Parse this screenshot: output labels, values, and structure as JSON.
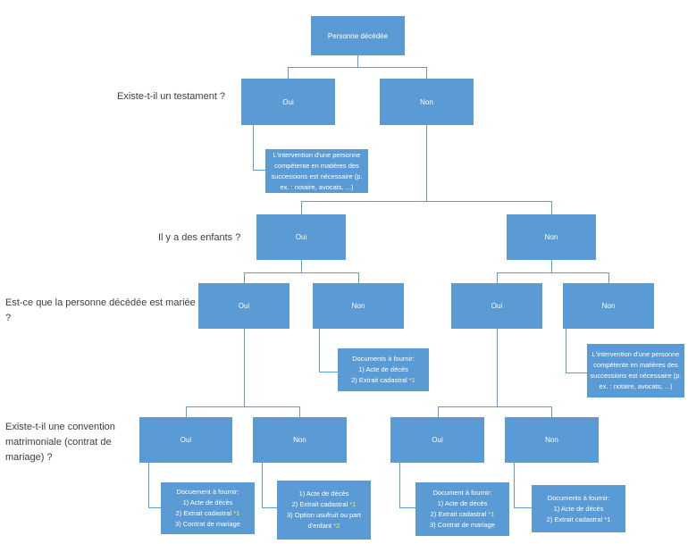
{
  "diagram": {
    "root_label": "Personne décédée",
    "questions": {
      "testament": "Existe-t-il un testament ?",
      "enfants": "Il y a des enfants ?",
      "mariee": "Est-ce que la personne décédée est mariée ?",
      "convention": "Existe-t-il une convention matrimoniale (contrat de mariage) ?"
    },
    "answers": {
      "r1_oui": "Oui",
      "r1_non": "Non",
      "r2_oui": "Oui",
      "r2_non": "Non",
      "r3_left_oui": "Oui",
      "r3_left_non": "Non",
      "r3_right_oui": "Oui",
      "r3_right_non": "Non",
      "r4_left_oui": "Oui",
      "r4_left_non": "Non",
      "r4_right_oui": "Oui",
      "r4_right_non": "Non"
    },
    "notes": {
      "intervention_testament": "L'intervention d'une personne compétente en matières des successions est nécessaire (p. ex. : notaire, avocats, ...)",
      "intervention_no_children": "L'intervention d'une personne compétente en matières des successions est nécessaire (p. ex. : notaire, avocats, ...)"
    },
    "docs": {
      "unmarried_children": {
        "title": "Documents à fournir:",
        "l1": "1) Acte de décès",
        "l2": "2) Extrait cadastral ",
        "l2m": "*1"
      },
      "convention_left_oui": {
        "title": "Docuement à fournir:",
        "l1": "1) Acte de décès",
        "l2": "2) Extrait cadastral ",
        "l2m": "*1",
        "l3": "3) Contrat de mariage"
      },
      "convention_left_non": {
        "l1": "1) Acte de décès",
        "l2": "2) Extrait cadastral ",
        "l2m": "*1",
        "l3": "3) Option usufruit ou part d'enfant ",
        "l3m": "*2"
      },
      "convention_right_oui": {
        "title": "Document à fournir:",
        "l1": "1) Acte de décès",
        "l2": "2) Extrait cadastral ",
        "l2m": "*1",
        "l3": "3) Contrat de mariage"
      },
      "convention_right_non": {
        "title": "Documents à fournir:",
        "l1": "1) Acte de décès",
        "l2": "2) Extrait cadastral *1"
      }
    },
    "colors": {
      "box_fill": "#5b9bd5",
      "box_text": "#ffffff",
      "connector": "#5b9bd5",
      "footnote_highlight": "#eef255",
      "question_text": "#3d3d3d"
    }
  }
}
